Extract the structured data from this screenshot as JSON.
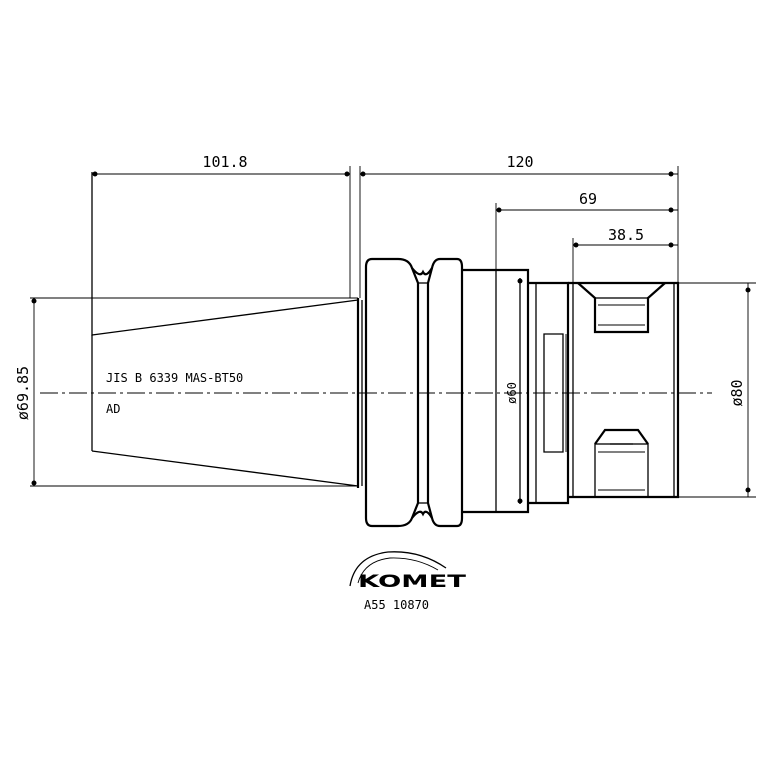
{
  "dimensions": {
    "taper_length": "101.8",
    "overall_length": "120",
    "body_length": "69",
    "bore_depth": "38.5",
    "taper_diameter": "ø69.85",
    "collar_diameter": "ø60",
    "outer_diameter": "ø80"
  },
  "labels": {
    "standard": "JIS B 6339 MAS-BT50",
    "form": "AD"
  },
  "brand": {
    "logo": "KOMET",
    "part_number": "A55 10870"
  }
}
